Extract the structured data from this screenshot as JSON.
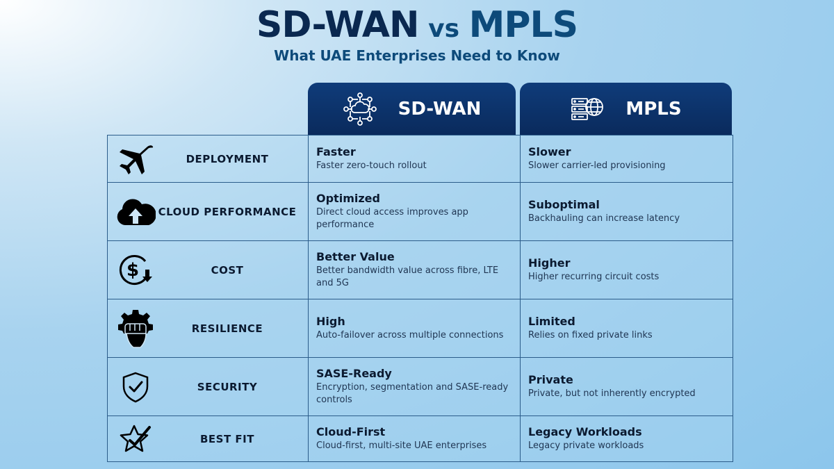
{
  "header": {
    "title_part1": "SD-WAN",
    "title_vs": "vs",
    "title_part2": "MPLS",
    "subtitle": "What UAE Enterprises Need to Know"
  },
  "columns": [
    {
      "label": "SD-WAN",
      "icon": "cloud-network-icon"
    },
    {
      "label": "MPLS",
      "icon": "server-globe-icon"
    }
  ],
  "rows": [
    {
      "feature": "DEPLOYMENT",
      "icon": "airplane-icon",
      "sdwan": {
        "title": "Faster",
        "desc": "Faster zero-touch rollout"
      },
      "mpls": {
        "title": "Slower",
        "desc": "Slower carrier-led provisioning"
      }
    },
    {
      "feature": "CLOUD PERFORMANCE",
      "icon": "cloud-upload-icon",
      "sdwan": {
        "title": "Optimized",
        "desc": "Direct cloud access improves app performance"
      },
      "mpls": {
        "title": "Suboptimal",
        "desc": "Backhauling can increase latency"
      }
    },
    {
      "feature": "COST",
      "icon": "dollar-coin-icon",
      "sdwan": {
        "title": "Better Value",
        "desc": "Better bandwidth value across fibre, LTE and 5G"
      },
      "mpls": {
        "title": "Higher",
        "desc": "Higher recurring circuit costs"
      }
    },
    {
      "feature": "RESILIENCE",
      "icon": "gear-fist-icon",
      "sdwan": {
        "title": "High",
        "desc": "Auto-failover across multiple connections"
      },
      "mpls": {
        "title": "Limited",
        "desc": "Relies on fixed private links"
      }
    },
    {
      "feature": "SECURITY",
      "icon": "shield-check-icon",
      "sdwan": {
        "title": "SASE-Ready",
        "desc": "Encryption, segmentation and SASE-ready controls"
      },
      "mpls": {
        "title": "Private",
        "desc": "Private, but not inherently encrypted"
      }
    },
    {
      "feature": "BEST FIT",
      "icon": "star-check-icon",
      "sdwan": {
        "title": "Cloud-First",
        "desc": "Cloud-first, multi-site UAE enterprises"
      },
      "mpls": {
        "title": "Legacy Workloads",
        "desc": "Legacy private workloads"
      }
    }
  ]
}
